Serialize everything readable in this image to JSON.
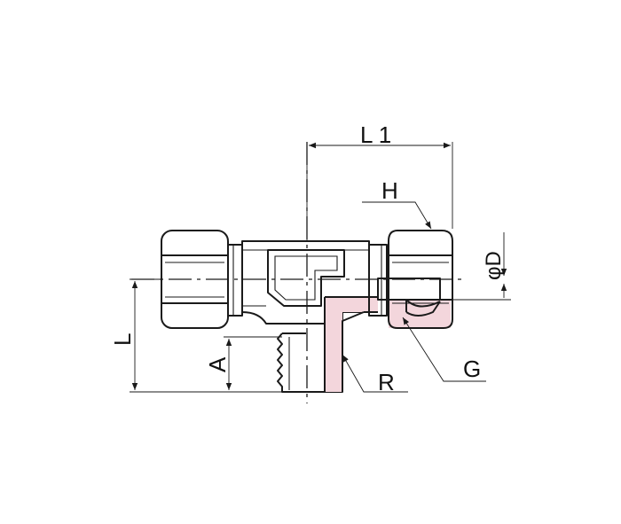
{
  "labels": {
    "L1": "L 1",
    "H": "H",
    "phiD": "φD",
    "L": "L",
    "A": "A",
    "R": "R",
    "G": "G"
  },
  "colors": {
    "section_fill": "#f3d6dc",
    "line": "#1a1a1a",
    "background": "#ffffff"
  }
}
